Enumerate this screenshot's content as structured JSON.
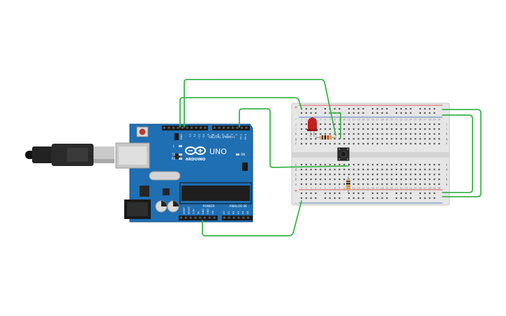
{
  "board": {
    "brand": "ARDUINO",
    "model": "UNO",
    "digital_header_label": "DIGITAL (PWM~)",
    "power_header_label": "POWER",
    "analog_header_label": "ANALOG IN",
    "gnd_label": "GND",
    "aref_label": "AREF",
    "led_l_label": "L",
    "tx_label": "TX",
    "rx_label": "RX",
    "on_label": "ON",
    "digital_pin_labels": [
      "13",
      "12",
      "~11",
      "~10",
      "~9",
      "8",
      "7",
      "~6",
      "~5",
      "4",
      "~3",
      "2",
      "TX 1",
      "RX 0"
    ],
    "power_pin_labels": [
      "IOREF",
      "RESET",
      "3.3V",
      "5V",
      "GND",
      "GND",
      "Vin"
    ],
    "analog_pin_labels": [
      "A0",
      "A1",
      "A2",
      "A3",
      "A4",
      "A5"
    ]
  },
  "breadboard": {
    "row_letters_top": [
      "j",
      "i",
      "h",
      "g",
      "f"
    ],
    "row_letters_bottom": [
      "e",
      "d",
      "c",
      "b",
      "a"
    ],
    "rail_plus": "+",
    "rail_minus": "-",
    "column_count": 30
  },
  "colors": {
    "wire": "#3bb54a",
    "board": "#1f6fb3",
    "breadboard": "#e6e6e6",
    "led": "#c21f1f",
    "rail_red": "#d9302c",
    "rail_blue": "#2a5db0"
  },
  "components": [
    {
      "name": "usb-cable",
      "label": ""
    },
    {
      "name": "led",
      "label": ""
    },
    {
      "name": "resistor-1",
      "label": ""
    },
    {
      "name": "resistor-2",
      "label": ""
    },
    {
      "name": "push-button",
      "label": ""
    }
  ]
}
